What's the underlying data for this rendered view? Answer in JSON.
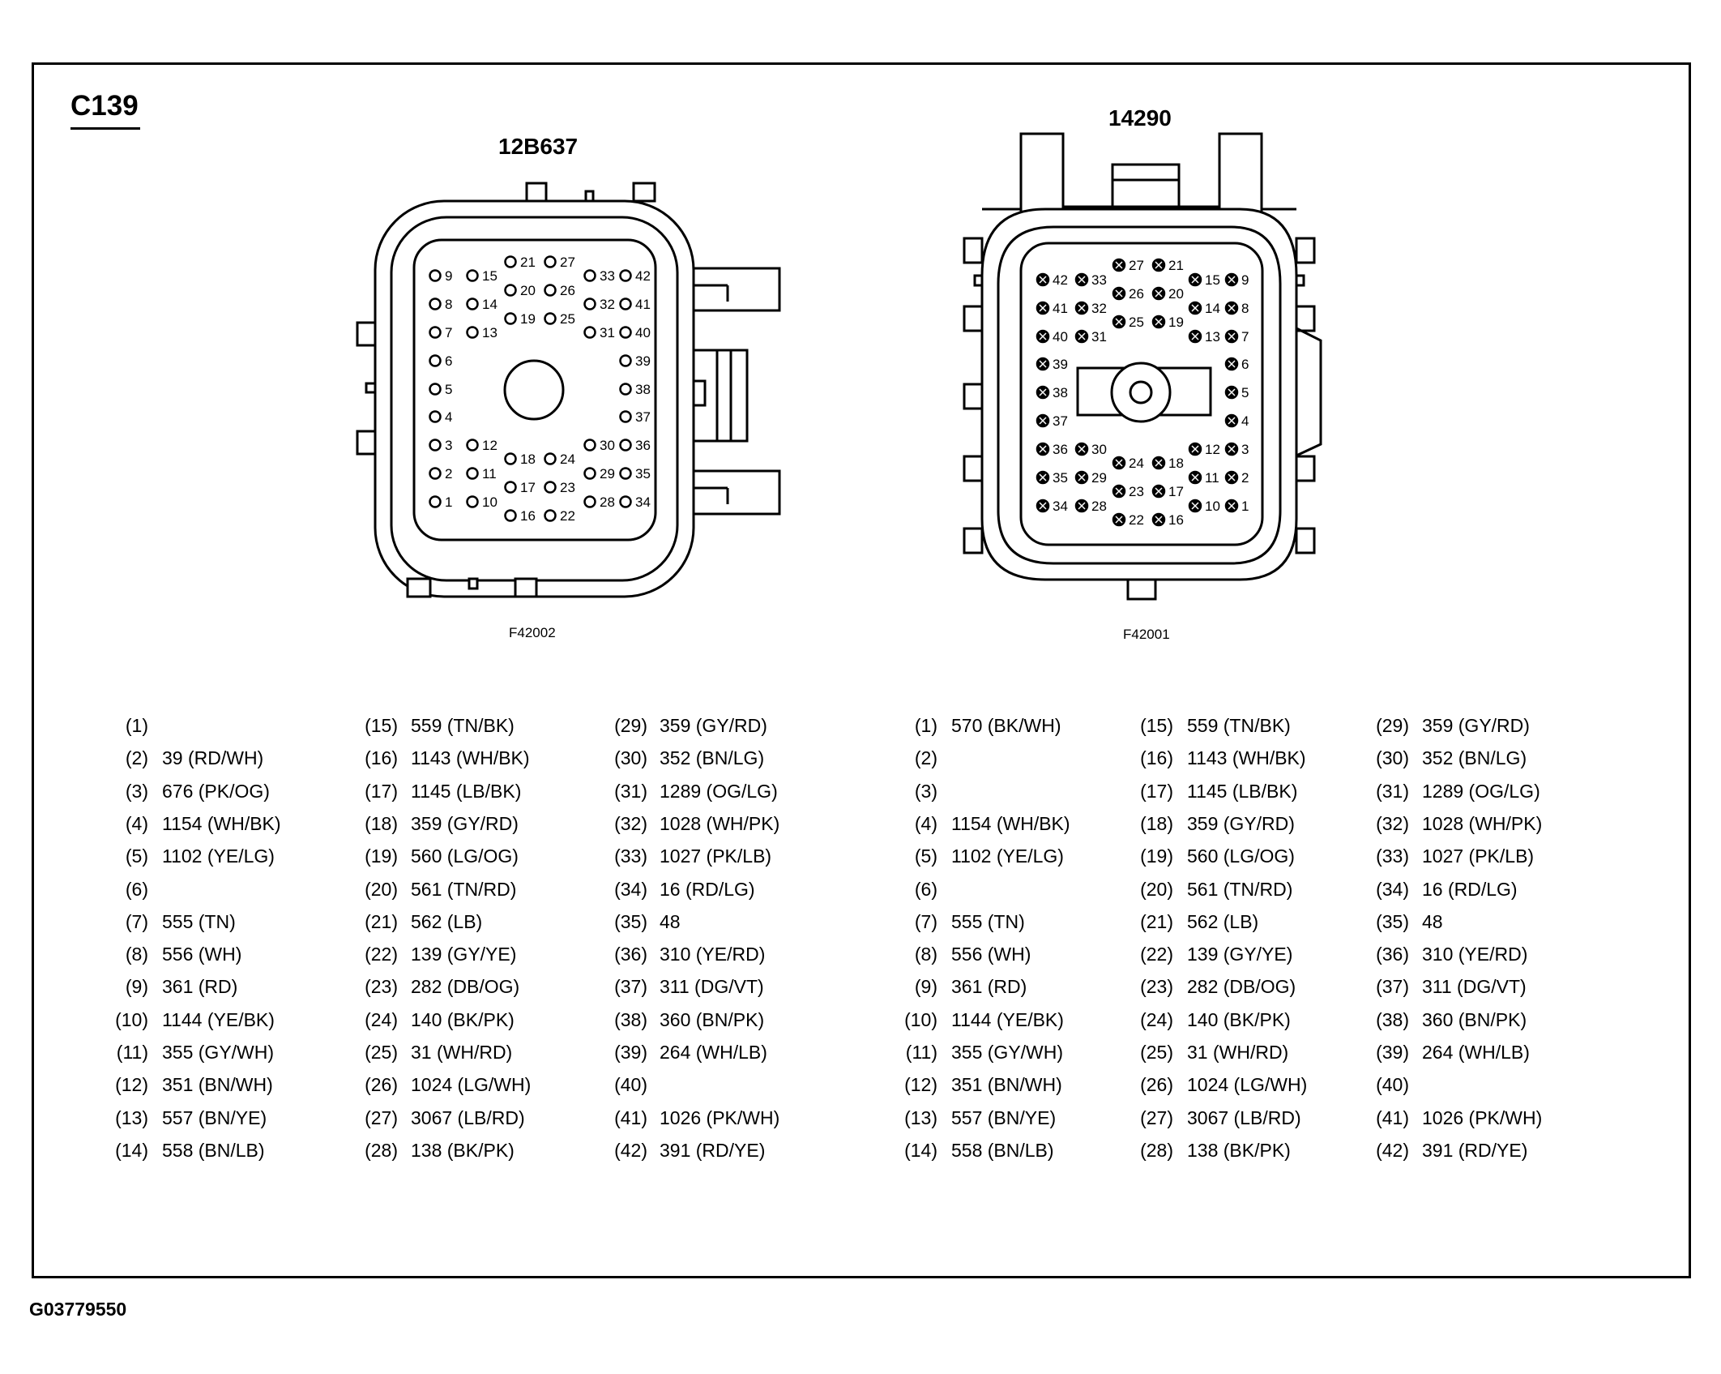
{
  "title": "C139",
  "figure_number": "G03779550",
  "connectors": [
    {
      "part_number": "12B637",
      "figure_id": "F42002",
      "pins": [
        {
          "pin": "(1)",
          "wire": ""
        },
        {
          "pin": "(2)",
          "wire": "39 (RD/WH)"
        },
        {
          "pin": "(3)",
          "wire": "676 (PK/OG)"
        },
        {
          "pin": "(4)",
          "wire": "1154 (WH/BK)"
        },
        {
          "pin": "(5)",
          "wire": "1102 (YE/LG)"
        },
        {
          "pin": "(6)",
          "wire": ""
        },
        {
          "pin": "(7)",
          "wire": "555 (TN)"
        },
        {
          "pin": "(8)",
          "wire": "556 (WH)"
        },
        {
          "pin": "(9)",
          "wire": "361 (RD)"
        },
        {
          "pin": "(10)",
          "wire": "1144 (YE/BK)"
        },
        {
          "pin": "(11)",
          "wire": "355 (GY/WH)"
        },
        {
          "pin": "(12)",
          "wire": "351 (BN/WH)"
        },
        {
          "pin": "(13)",
          "wire": "557 (BN/YE)"
        },
        {
          "pin": "(14)",
          "wire": "558 (BN/LB)"
        },
        {
          "pin": "(15)",
          "wire": "559 (TN/BK)"
        },
        {
          "pin": "(16)",
          "wire": "1143 (WH/BK)"
        },
        {
          "pin": "(17)",
          "wire": "1145 (LB/BK)"
        },
        {
          "pin": "(18)",
          "wire": "359 (GY/RD)"
        },
        {
          "pin": "(19)",
          "wire": "560 (LG/OG)"
        },
        {
          "pin": "(20)",
          "wire": "561 (TN/RD)"
        },
        {
          "pin": "(21)",
          "wire": "562 (LB)"
        },
        {
          "pin": "(22)",
          "wire": "139 (GY/YE)"
        },
        {
          "pin": "(23)",
          "wire": "282 (DB/OG)"
        },
        {
          "pin": "(24)",
          "wire": "140 (BK/PK)"
        },
        {
          "pin": "(25)",
          "wire": "31 (WH/RD)"
        },
        {
          "pin": "(26)",
          "wire": "1024 (LG/WH)"
        },
        {
          "pin": "(27)",
          "wire": "3067 (LB/RD)"
        },
        {
          "pin": "(28)",
          "wire": "138 (BK/PK)"
        },
        {
          "pin": "(29)",
          "wire": "359 (GY/RD)"
        },
        {
          "pin": "(30)",
          "wire": "352 (BN/LG)"
        },
        {
          "pin": "(31)",
          "wire": "1289 (OG/LG)"
        },
        {
          "pin": "(32)",
          "wire": "1028 (WH/PK)"
        },
        {
          "pin": "(33)",
          "wire": "1027 (PK/LB)"
        },
        {
          "pin": "(34)",
          "wire": "16 (RD/LG)"
        },
        {
          "pin": "(35)",
          "wire": "48"
        },
        {
          "pin": "(36)",
          "wire": "310 (YE/RD)"
        },
        {
          "pin": "(37)",
          "wire": "311 (DG/VT)"
        },
        {
          "pin": "(38)",
          "wire": "360 (BN/PK)"
        },
        {
          "pin": "(39)",
          "wire": "264 (WH/LB)"
        },
        {
          "pin": "(40)",
          "wire": ""
        },
        {
          "pin": "(41)",
          "wire": "1026 (PK/WH)"
        },
        {
          "pin": "(42)",
          "wire": "391 (RD/YE)"
        }
      ]
    },
    {
      "part_number": "14290",
      "figure_id": "F42001",
      "pins": [
        {
          "pin": "(1)",
          "wire": "570 (BK/WH)"
        },
        {
          "pin": "(2)",
          "wire": ""
        },
        {
          "pin": "(3)",
          "wire": ""
        },
        {
          "pin": "(4)",
          "wire": "1154 (WH/BK)"
        },
        {
          "pin": "(5)",
          "wire": "1102 (YE/LG)"
        },
        {
          "pin": "(6)",
          "wire": ""
        },
        {
          "pin": "(7)",
          "wire": "555 (TN)"
        },
        {
          "pin": "(8)",
          "wire": "556 (WH)"
        },
        {
          "pin": "(9)",
          "wire": "361 (RD)"
        },
        {
          "pin": "(10)",
          "wire": "1144 (YE/BK)"
        },
        {
          "pin": "(11)",
          "wire": "355 (GY/WH)"
        },
        {
          "pin": "(12)",
          "wire": "351 (BN/WH)"
        },
        {
          "pin": "(13)",
          "wire": "557 (BN/YE)"
        },
        {
          "pin": "(14)",
          "wire": "558 (BN/LB)"
        },
        {
          "pin": "(15)",
          "wire": "559 (TN/BK)"
        },
        {
          "pin": "(16)",
          "wire": "1143 (WH/BK)"
        },
        {
          "pin": "(17)",
          "wire": "1145 (LB/BK)"
        },
        {
          "pin": "(18)",
          "wire": "359 (GY/RD)"
        },
        {
          "pin": "(19)",
          "wire": "560 (LG/OG)"
        },
        {
          "pin": "(20)",
          "wire": "561 (TN/RD)"
        },
        {
          "pin": "(21)",
          "wire": "562 (LB)"
        },
        {
          "pin": "(22)",
          "wire": "139 (GY/YE)"
        },
        {
          "pin": "(23)",
          "wire": "282 (DB/OG)"
        },
        {
          "pin": "(24)",
          "wire": "140 (BK/PK)"
        },
        {
          "pin": "(25)",
          "wire": "31 (WH/RD)"
        },
        {
          "pin": "(26)",
          "wire": "1024 (LG/WH)"
        },
        {
          "pin": "(27)",
          "wire": "3067 (LB/RD)"
        },
        {
          "pin": "(28)",
          "wire": "138 (BK/PK)"
        },
        {
          "pin": "(29)",
          "wire": "359 (GY/RD)"
        },
        {
          "pin": "(30)",
          "wire": "352 (BN/LG)"
        },
        {
          "pin": "(31)",
          "wire": "1289 (OG/LG)"
        },
        {
          "pin": "(32)",
          "wire": "1028 (WH/PK)"
        },
        {
          "pin": "(33)",
          "wire": "1027 (PK/LB)"
        },
        {
          "pin": "(34)",
          "wire": "16 (RD/LG)"
        },
        {
          "pin": "(35)",
          "wire": "48"
        },
        {
          "pin": "(36)",
          "wire": "310 (YE/RD)"
        },
        {
          "pin": "(37)",
          "wire": "311 (DG/VT)"
        },
        {
          "pin": "(38)",
          "wire": "360 (BN/PK)"
        },
        {
          "pin": "(39)",
          "wire": "264 (WH/LB)"
        },
        {
          "pin": "(40)",
          "wire": ""
        },
        {
          "pin": "(41)",
          "wire": "1026 (PK/WH)"
        },
        {
          "pin": "(42)",
          "wire": "391 (RD/YE)"
        }
      ]
    }
  ],
  "pin_face_labels": [
    "1",
    "2",
    "3",
    "4",
    "5",
    "6",
    "7",
    "8",
    "9",
    "10",
    "11",
    "12",
    "13",
    "14",
    "15",
    "16",
    "17",
    "18",
    "19",
    "20",
    "21",
    "22",
    "23",
    "24",
    "25",
    "26",
    "27",
    "28",
    "29",
    "30",
    "31",
    "32",
    "33",
    "34",
    "35",
    "36",
    "37",
    "38",
    "39",
    "40",
    "41",
    "42"
  ]
}
